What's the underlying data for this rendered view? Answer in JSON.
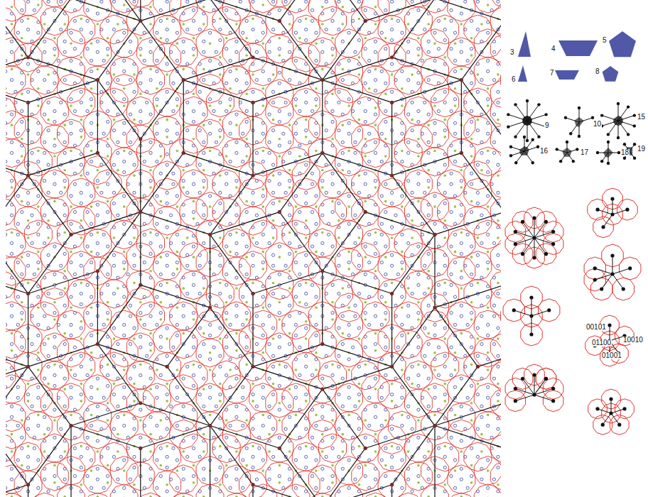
{
  "diagram": {
    "labels": [
      "3",
      "4",
      "5",
      "6",
      "7",
      "8",
      "9",
      "10",
      "15",
      "16",
      "17",
      "18",
      "19",
      "00101",
      "10010",
      "01100",
      "01001"
    ]
  }
}
